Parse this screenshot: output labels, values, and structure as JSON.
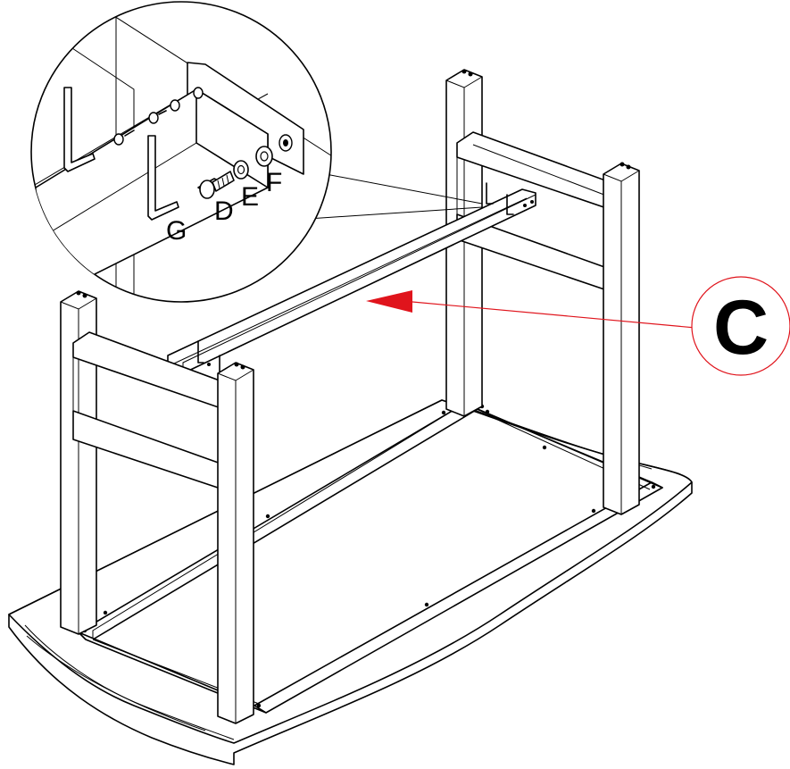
{
  "figure": {
    "step_label": "C",
    "detail_labels": {
      "g": "G",
      "d": "D",
      "e": "E",
      "f": "F"
    },
    "colors": {
      "line": "#000000",
      "accent": "#e0141c",
      "background": "#ffffff"
    }
  }
}
